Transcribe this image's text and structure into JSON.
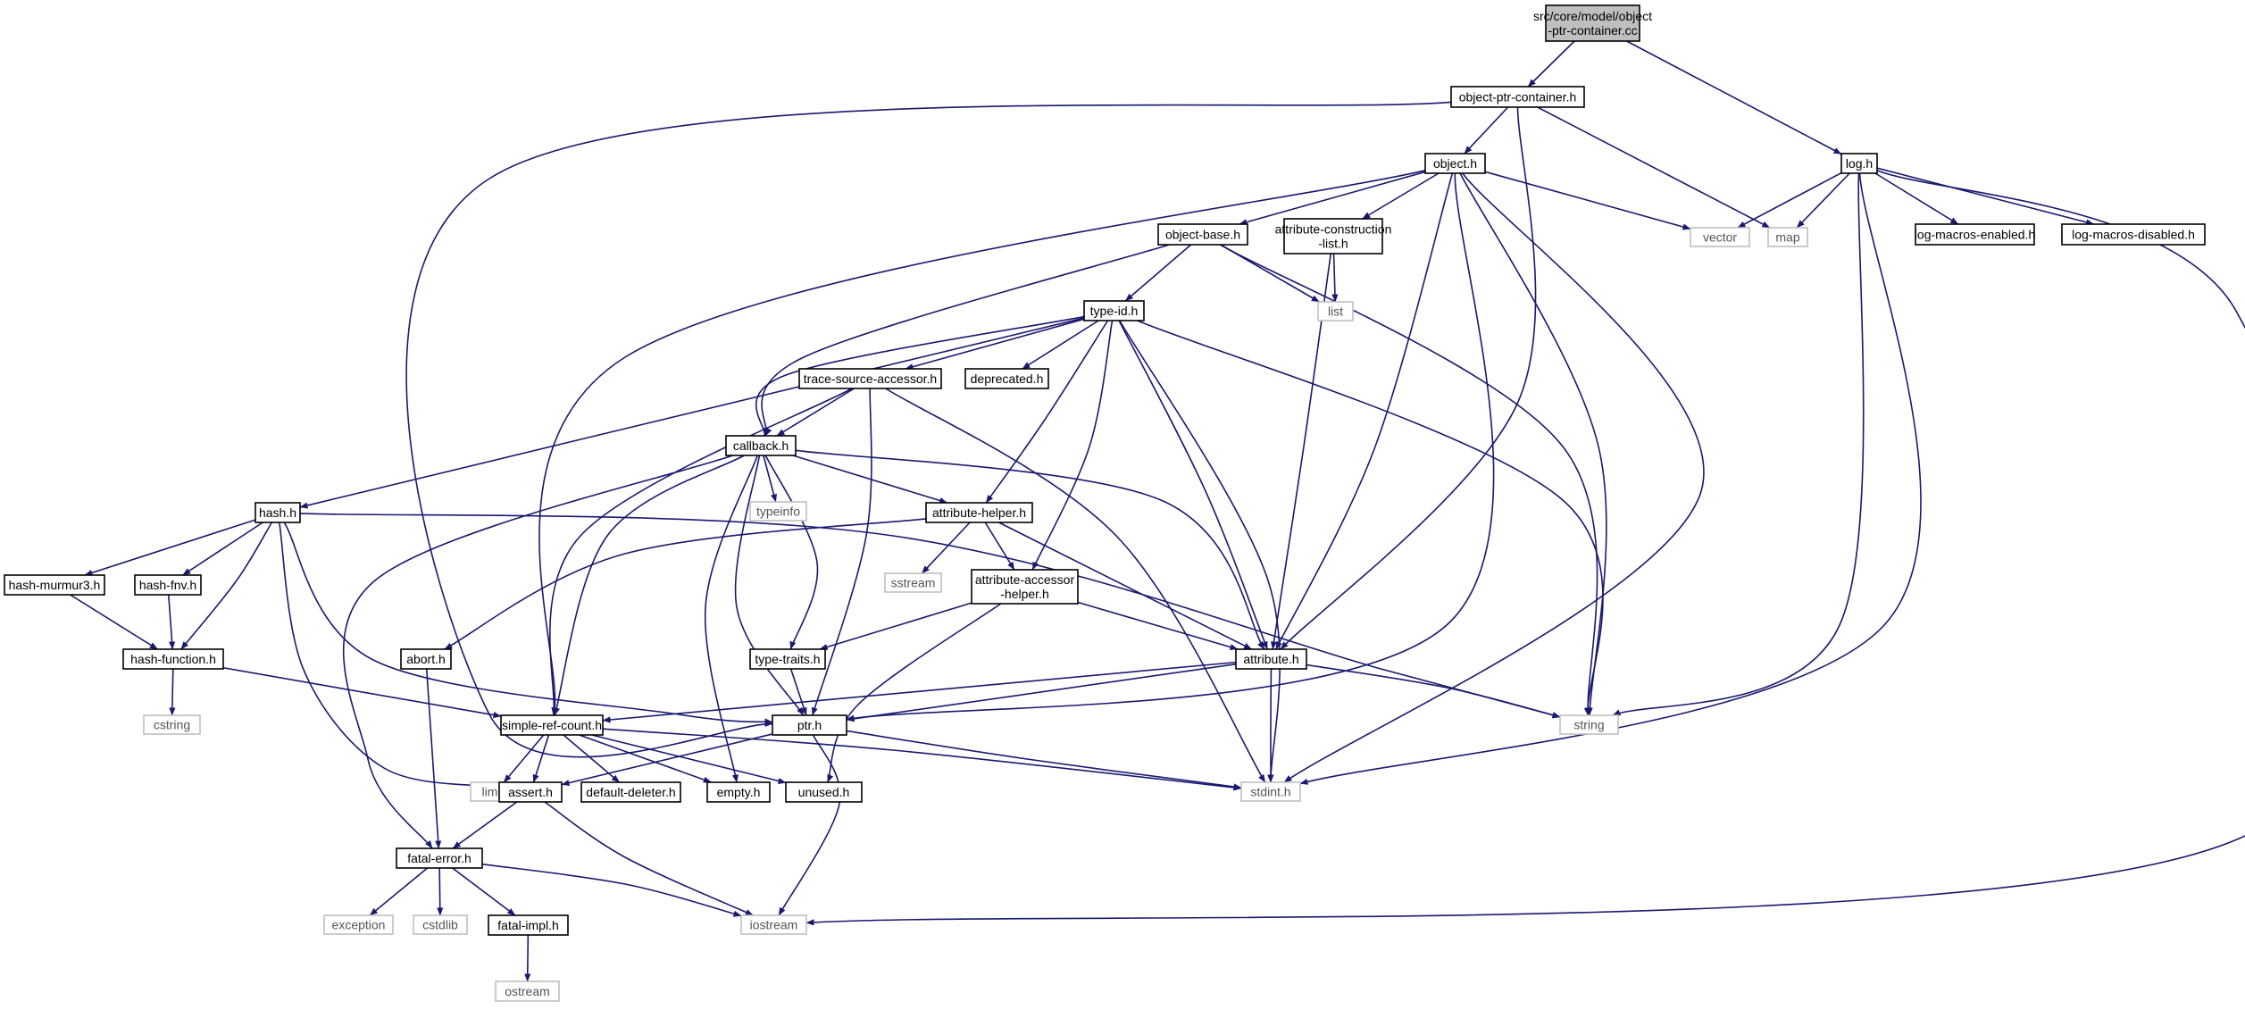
{
  "colors": {
    "edge": "#191970",
    "root_fill": "#bfbfbf",
    "root_border": "#000000",
    "header_border": "#000000",
    "system_border": "#bfbfbf",
    "text": "#000000",
    "system_text": "#555555"
  },
  "nodes": [
    {
      "id": "root",
      "kind": "root",
      "lines": [
        "src/core/model/object",
        "-ptr-container.cc"
      ]
    },
    {
      "id": "object-ptr-container",
      "kind": "header",
      "lines": [
        "object-ptr-container.h"
      ]
    },
    {
      "id": "log",
      "kind": "header",
      "lines": [
        "log.h"
      ]
    },
    {
      "id": "object",
      "kind": "header",
      "lines": [
        "object.h"
      ]
    },
    {
      "id": "object-base",
      "kind": "header",
      "lines": [
        "object-base.h"
      ]
    },
    {
      "id": "attribute-construction-list",
      "kind": "header",
      "lines": [
        "attribute-construction",
        "-list.h"
      ]
    },
    {
      "id": "vector",
      "kind": "system",
      "lines": [
        "vector"
      ]
    },
    {
      "id": "map",
      "kind": "system",
      "lines": [
        "map"
      ]
    },
    {
      "id": "log-macros-enabled",
      "kind": "header",
      "lines": [
        "log-macros-enabled.h"
      ]
    },
    {
      "id": "log-macros-disabled",
      "kind": "header",
      "lines": [
        "log-macros-disabled.h"
      ]
    },
    {
      "id": "type-id",
      "kind": "header",
      "lines": [
        "type-id.h"
      ]
    },
    {
      "id": "list",
      "kind": "system",
      "lines": [
        "list"
      ]
    },
    {
      "id": "trace-source-accessor",
      "kind": "header",
      "lines": [
        "trace-source-accessor.h"
      ]
    },
    {
      "id": "deprecated",
      "kind": "header",
      "lines": [
        "deprecated.h"
      ]
    },
    {
      "id": "callback",
      "kind": "header",
      "lines": [
        "callback.h"
      ]
    },
    {
      "id": "hash",
      "kind": "header",
      "lines": [
        "hash.h"
      ]
    },
    {
      "id": "typeinfo",
      "kind": "system",
      "lines": [
        "typeinfo"
      ]
    },
    {
      "id": "attribute-helper",
      "kind": "header",
      "lines": [
        "attribute-helper.h"
      ]
    },
    {
      "id": "hash-murmur3",
      "kind": "header",
      "lines": [
        "hash-murmur3.h"
      ]
    },
    {
      "id": "hash-fnv",
      "kind": "header",
      "lines": [
        "hash-fnv.h"
      ]
    },
    {
      "id": "sstream",
      "kind": "system",
      "lines": [
        "sstream"
      ]
    },
    {
      "id": "attribute-accessor-helper",
      "kind": "header",
      "lines": [
        "attribute-accessor",
        "-helper.h"
      ]
    },
    {
      "id": "hash-function",
      "kind": "header",
      "lines": [
        "hash-function.h"
      ]
    },
    {
      "id": "abort",
      "kind": "header",
      "lines": [
        "abort.h"
      ]
    },
    {
      "id": "type-traits",
      "kind": "header",
      "lines": [
        "type-traits.h"
      ]
    },
    {
      "id": "attribute",
      "kind": "header",
      "lines": [
        "attribute.h"
      ]
    },
    {
      "id": "cstring",
      "kind": "system",
      "lines": [
        "cstring"
      ]
    },
    {
      "id": "simple-ref-count",
      "kind": "header",
      "lines": [
        "simple-ref-count.h"
      ]
    },
    {
      "id": "ptr",
      "kind": "header",
      "lines": [
        "ptr.h"
      ]
    },
    {
      "id": "string",
      "kind": "system",
      "lines": [
        "string"
      ]
    },
    {
      "id": "limits",
      "kind": "system",
      "lines": [
        "limits"
      ]
    },
    {
      "id": "assert",
      "kind": "header",
      "lines": [
        "assert.h"
      ]
    },
    {
      "id": "default-deleter",
      "kind": "header",
      "lines": [
        "default-deleter.h"
      ]
    },
    {
      "id": "empty",
      "kind": "header",
      "lines": [
        "empty.h"
      ]
    },
    {
      "id": "unused",
      "kind": "header",
      "lines": [
        "unused.h"
      ]
    },
    {
      "id": "stdint",
      "kind": "system",
      "lines": [
        "stdint.h"
      ]
    },
    {
      "id": "fatal-error",
      "kind": "header",
      "lines": [
        "fatal-error.h"
      ]
    },
    {
      "id": "exception",
      "kind": "system",
      "lines": [
        "exception"
      ]
    },
    {
      "id": "cstdlib",
      "kind": "system",
      "lines": [
        "cstdlib"
      ]
    },
    {
      "id": "fatal-impl",
      "kind": "header",
      "lines": [
        "fatal-impl.h"
      ]
    },
    {
      "id": "iostream",
      "kind": "system",
      "lines": [
        "iostream"
      ]
    },
    {
      "id": "ostream",
      "kind": "system",
      "lines": [
        "ostream"
      ]
    }
  ],
  "edges": [
    [
      "root",
      "object-ptr-container"
    ],
    [
      "root",
      "log"
    ],
    [
      "object-ptr-container",
      "object"
    ],
    [
      "object-ptr-container",
      "map"
    ],
    [
      "object-ptr-container",
      "ptr"
    ],
    [
      "object-ptr-container",
      "attribute"
    ],
    [
      "object",
      "object-base"
    ],
    [
      "object",
      "attribute-construction-list"
    ],
    [
      "object",
      "vector"
    ],
    [
      "object",
      "simple-ref-count"
    ],
    [
      "object",
      "ptr"
    ],
    [
      "object",
      "attribute"
    ],
    [
      "object",
      "string"
    ],
    [
      "object",
      "stdint"
    ],
    [
      "object-base",
      "type-id"
    ],
    [
      "object-base",
      "list"
    ],
    [
      "object-base",
      "callback"
    ],
    [
      "object-base",
      "string"
    ],
    [
      "attribute-construction-list",
      "list"
    ],
    [
      "attribute-construction-list",
      "attribute"
    ],
    [
      "log",
      "vector"
    ],
    [
      "log",
      "map"
    ],
    [
      "log",
      "log-macros-enabled"
    ],
    [
      "log",
      "log-macros-disabled"
    ],
    [
      "log",
      "string"
    ],
    [
      "log",
      "stdint"
    ],
    [
      "log",
      "iostream"
    ],
    [
      "type-id",
      "trace-source-accessor"
    ],
    [
      "type-id",
      "deprecated"
    ],
    [
      "type-id",
      "callback"
    ],
    [
      "type-id",
      "hash"
    ],
    [
      "type-id",
      "attribute-helper"
    ],
    [
      "type-id",
      "attribute-accessor-helper"
    ],
    [
      "type-id",
      "attribute"
    ],
    [
      "type-id",
      "string"
    ],
    [
      "type-id",
      "stdint"
    ],
    [
      "trace-source-accessor",
      "callback"
    ],
    [
      "trace-source-accessor",
      "simple-ref-count"
    ],
    [
      "trace-source-accessor",
      "ptr"
    ],
    [
      "trace-source-accessor",
      "stdint"
    ],
    [
      "callback",
      "typeinfo"
    ],
    [
      "callback",
      "attribute-helper"
    ],
    [
      "callback",
      "attribute"
    ],
    [
      "callback",
      "type-traits"
    ],
    [
      "callback",
      "simple-ref-count"
    ],
    [
      "callback",
      "ptr"
    ],
    [
      "callback",
      "empty"
    ],
    [
      "callback",
      "fatal-error"
    ],
    [
      "hash",
      "hash-murmur3"
    ],
    [
      "hash",
      "hash-fnv"
    ],
    [
      "hash",
      "hash-function"
    ],
    [
      "hash",
      "assert"
    ],
    [
      "hash",
      "ptr"
    ],
    [
      "hash",
      "string"
    ],
    [
      "hash-murmur3",
      "hash-function"
    ],
    [
      "hash-fnv",
      "hash-function"
    ],
    [
      "hash-function",
      "cstring"
    ],
    [
      "hash-function",
      "simple-ref-count"
    ],
    [
      "attribute-helper",
      "sstream"
    ],
    [
      "attribute-helper",
      "attribute-accessor-helper"
    ],
    [
      "attribute-helper",
      "attribute"
    ],
    [
      "attribute-helper",
      "abort"
    ],
    [
      "attribute-accessor-helper",
      "type-traits"
    ],
    [
      "attribute-accessor-helper",
      "attribute"
    ],
    [
      "attribute-accessor-helper",
      "unused"
    ],
    [
      "abort",
      "fatal-error"
    ],
    [
      "type-traits",
      "ptr"
    ],
    [
      "attribute",
      "simple-ref-count"
    ],
    [
      "attribute",
      "ptr"
    ],
    [
      "attribute",
      "string"
    ],
    [
      "attribute",
      "stdint"
    ],
    [
      "simple-ref-count",
      "limits"
    ],
    [
      "simple-ref-count",
      "assert"
    ],
    [
      "simple-ref-count",
      "default-deleter"
    ],
    [
      "simple-ref-count",
      "empty"
    ],
    [
      "simple-ref-count",
      "unused"
    ],
    [
      "simple-ref-count",
      "stdint"
    ],
    [
      "ptr",
      "assert"
    ],
    [
      "ptr",
      "stdint"
    ],
    [
      "ptr",
      "iostream"
    ],
    [
      "assert",
      "fatal-error"
    ],
    [
      "assert",
      "iostream"
    ],
    [
      "fatal-error",
      "exception"
    ],
    [
      "fatal-error",
      "cstdlib"
    ],
    [
      "fatal-error",
      "fatal-impl"
    ],
    [
      "fatal-error",
      "iostream"
    ],
    [
      "fatal-impl",
      "ostream"
    ]
  ]
}
